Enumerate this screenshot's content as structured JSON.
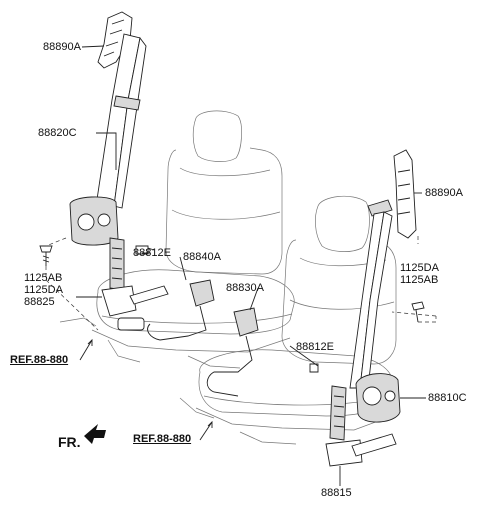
{
  "parts": {
    "upper_anchor_left": "88890A",
    "belt_left": "88820C",
    "height_adjuster_left": "88812E",
    "buckle_left": "88840A",
    "bolts_left": [
      "1125AB",
      "1125DA"
    ],
    "lower_anchor_left": "88825",
    "buckle_right": "88830A",
    "upper_anchor_right": "88890A",
    "bolts_right": [
      "1125DA",
      "1125AB"
    ],
    "height_adjuster_right": "88812E",
    "retractor_right": "88810C",
    "lower_anchor_right": "88815"
  },
  "references": {
    "left_seat": "REF.88-880",
    "right_seat": "REF.88-880"
  },
  "direction": {
    "label": "FR."
  }
}
